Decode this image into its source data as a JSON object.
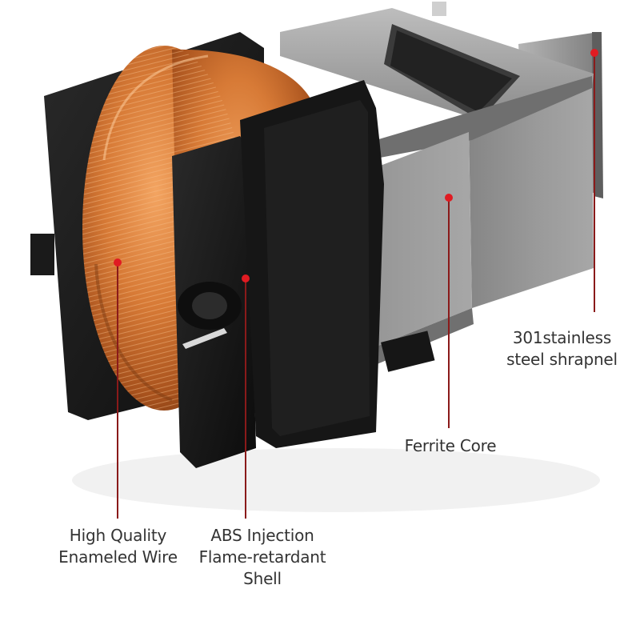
{
  "colors": {
    "marker": "#e01b22",
    "leader": "#8a1a1a",
    "label_text": "#333333",
    "copper": "#c8692a",
    "plastic": "#141414",
    "ferrite": "#8e8e8e",
    "shrapnel": "#9a9a9a"
  },
  "callouts": {
    "wire": {
      "lines": [
        "High Quality",
        "Enameled Wire"
      ]
    },
    "shell": {
      "lines": [
        "ABS Injection",
        "Flame-retardant",
        "Shell"
      ]
    },
    "core": {
      "lines": [
        "Ferrite Core"
      ]
    },
    "shrapnel": {
      "lines": [
        "301stainless",
        "steel shrapnel"
      ]
    }
  }
}
